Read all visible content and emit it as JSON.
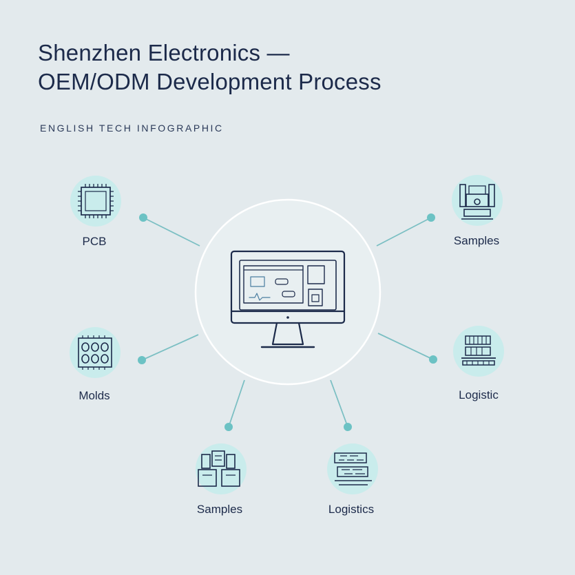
{
  "header": {
    "title_line1": "Shenzhen Electronics —",
    "title_line2": "OEM/ODM Development Process",
    "subtitle": "ENGLISH TECH INFOGRAPHIC"
  },
  "nodes": [
    {
      "id": "pcb",
      "label": "PCB",
      "icon": "pcb-chip-icon"
    },
    {
      "id": "samples-top",
      "label": "Samples",
      "icon": "factory-icon"
    },
    {
      "id": "molds",
      "label": "Molds",
      "icon": "mold-cavity-icon"
    },
    {
      "id": "logistic",
      "label": "Logistic",
      "icon": "rack-icon"
    },
    {
      "id": "samples-bottom",
      "label": "Samples",
      "icon": "boxes-icon"
    },
    {
      "id": "logistics",
      "label": "Logistics",
      "icon": "shelves-icon"
    }
  ],
  "center": {
    "icon": "monitor-icon"
  },
  "colors": {
    "background": "#e3eaed",
    "text": "#1c2a4a",
    "accent": "#6cc2c4",
    "icon_bg": "#c9ecec",
    "line": "#7bbfc3"
  }
}
